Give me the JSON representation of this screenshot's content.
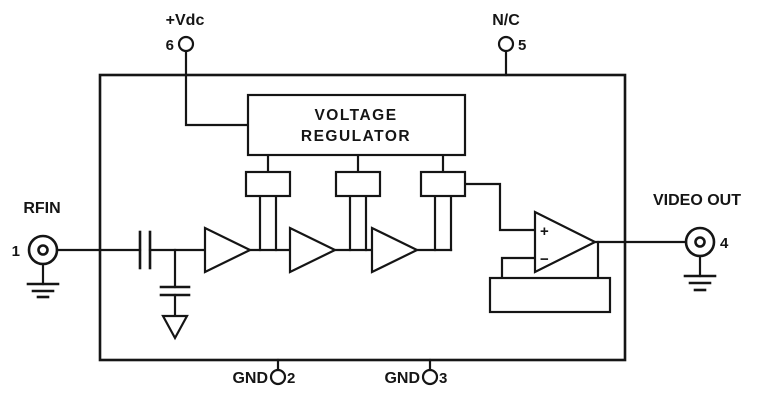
{
  "diagram": {
    "pins": [
      {
        "number": "6",
        "label": "+Vdc"
      },
      {
        "number": "5",
        "label": "N/C"
      },
      {
        "number": "1",
        "label": "RFIN"
      },
      {
        "number": "4",
        "label": "VIDEO OUT"
      },
      {
        "number": "2",
        "label": "GND"
      },
      {
        "number": "3",
        "label": "GND"
      }
    ],
    "regulator": {
      "line1": "VOLTAGE",
      "line2": "REGULATOR"
    },
    "opamp": {
      "plus": "+",
      "minus": "−"
    },
    "colors": {
      "line": "#151515",
      "background": "#ffffff"
    }
  }
}
